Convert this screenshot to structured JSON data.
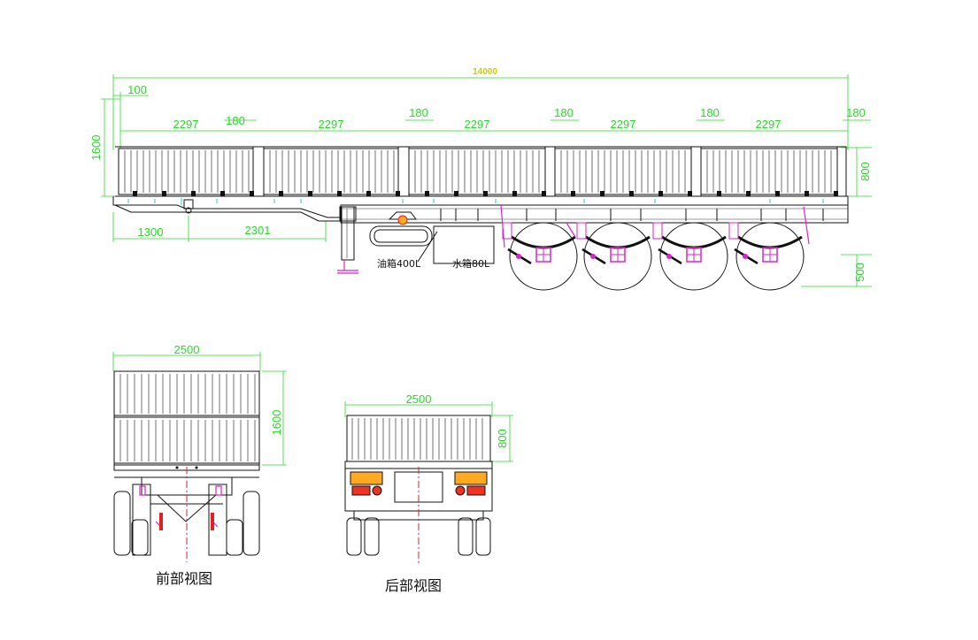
{
  "side_view": {
    "overall_length": "14000",
    "front_overhang": "100",
    "panel_lengths": [
      "2297",
      "2297",
      "2297",
      "2297",
      "2297"
    ],
    "post_gaps": [
      "180",
      "180",
      "180",
      "180",
      "180"
    ],
    "rail_height": "1600",
    "side_board_height": "800",
    "kingpin_offset": "1300",
    "landing_gear_offset": "2301",
    "chassis_height": "500",
    "fuel_tank_label": "油箱400L",
    "water_tank_label": "水箱80L"
  },
  "front_view": {
    "width": "2500",
    "height": "1600",
    "caption": "前部视图"
  },
  "rear_view": {
    "width": "2500",
    "height": "800",
    "caption": "后部视图"
  },
  "colors": {
    "outline": "#111111",
    "dimension": "#22dd22",
    "title_dimension": "#cccc00",
    "accent_magenta": "#dd22cc",
    "accent_cyan": "#22cccc",
    "centerline_red": "#dd2222",
    "light_red": "#ee3322",
    "light_amber": "#ffaa22"
  }
}
